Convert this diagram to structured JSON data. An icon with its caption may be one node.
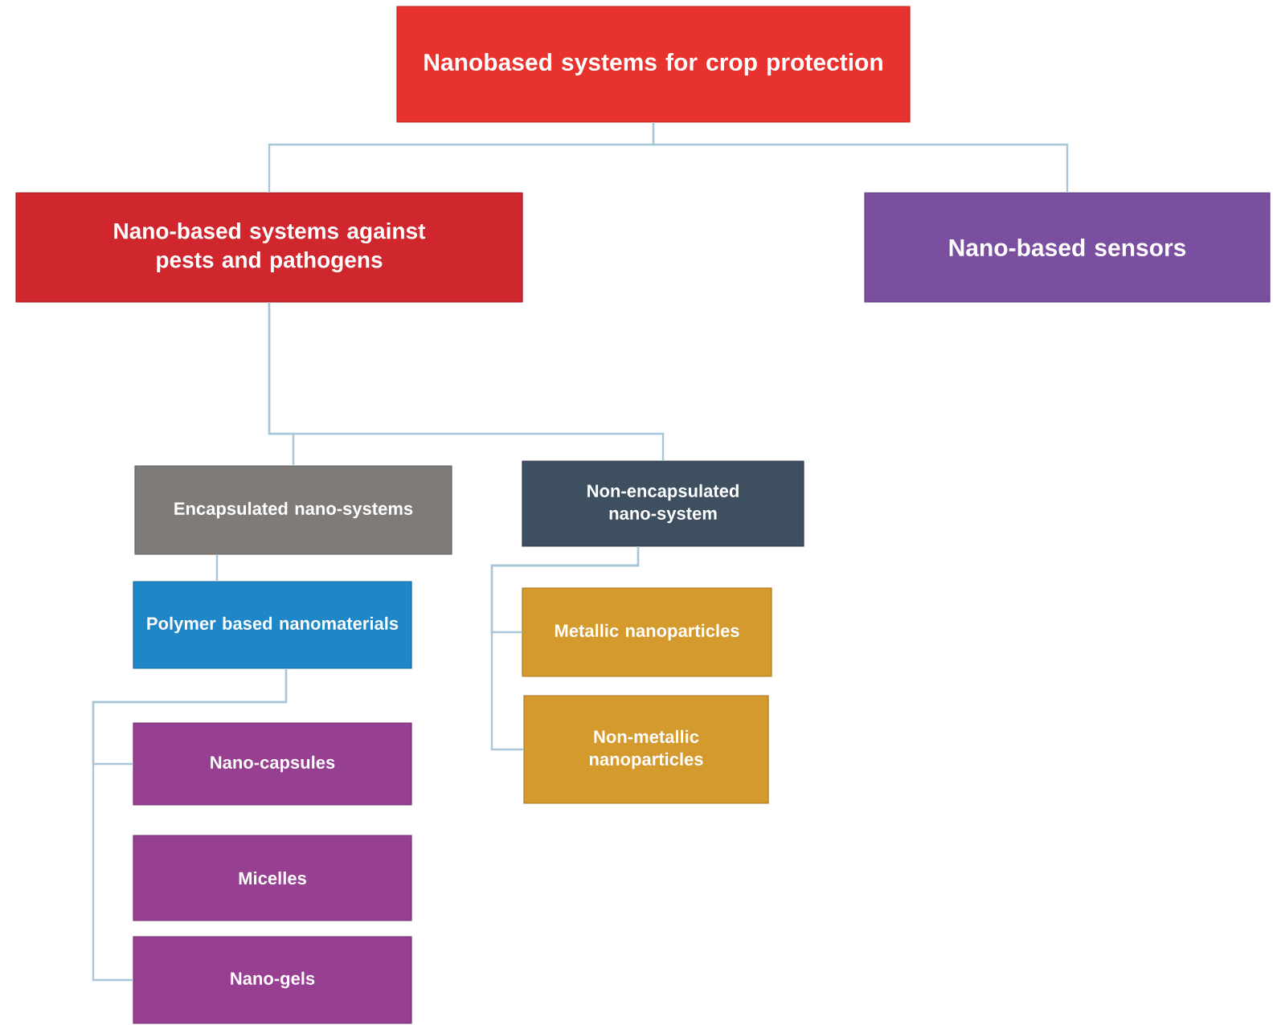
{
  "diagram": {
    "nodes": [
      {
        "text": [
          "Nanobased systems for crop protection"
        ]
      },
      {
        "text": [
          "Nano-based systems against pests and pathogens"
        ]
      },
      {
        "text": [
          "Nano-based sensors"
        ]
      },
      {
        "text": [
          "Encapsulated nano-systems"
        ]
      },
      {
        "text": [
          "Non-encapsulated nano-system"
        ]
      },
      {
        "text": [
          "Polymer based nanomaterials"
        ]
      },
      {
        "text": [
          "Metallic nanoparticles"
        ]
      },
      {
        "text": [
          "Non-metallic nanoparticles"
        ]
      },
      {
        "text": [
          "Nano-capsules"
        ]
      },
      {
        "text": [
          "Micelles"
        ]
      },
      {
        "text": [
          "Nano-gels"
        ]
      }
    ],
    "edges": [
      {
        "from": 0,
        "to": 1,
        "arrow": "none"
      },
      {
        "from": 0,
        "to": 2,
        "arrow": "none"
      },
      {
        "from": 1,
        "to": 3,
        "arrow": "none"
      },
      {
        "from": 1,
        "to": 4,
        "arrow": "none"
      },
      {
        "from": 3,
        "to": 5,
        "arrow": "none"
      },
      {
        "from": 4,
        "to": 6,
        "arrow": "none"
      },
      {
        "from": 4,
        "to": 7,
        "arrow": "none"
      },
      {
        "from": 5,
        "to": 8,
        "arrow": "none"
      },
      {
        "from": 5,
        "to": 10,
        "arrow": "none"
      }
    ]
  }
}
